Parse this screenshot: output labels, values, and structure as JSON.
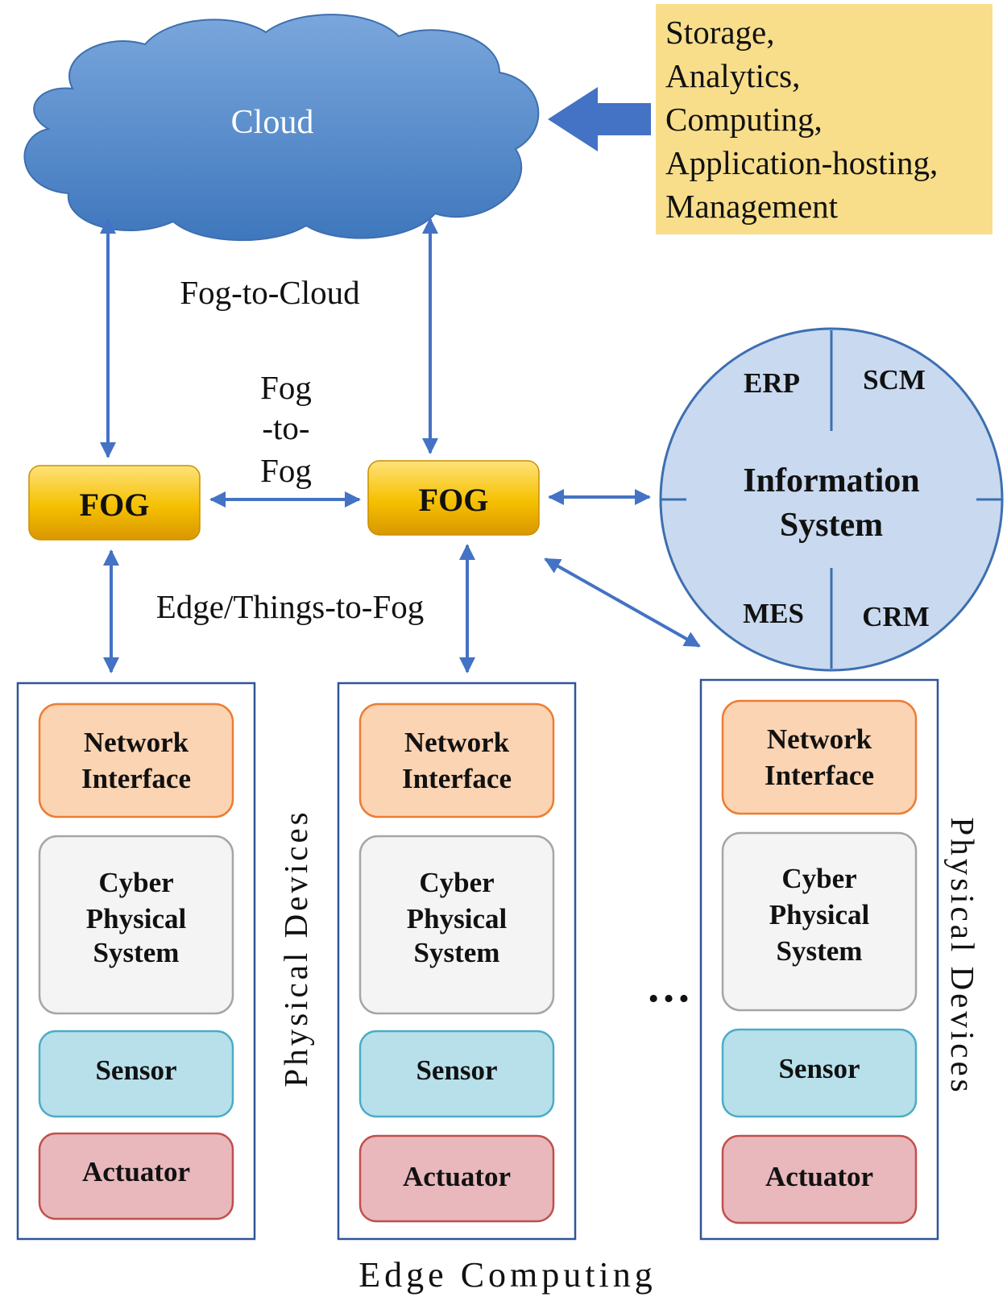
{
  "cloud": {
    "label": "Cloud"
  },
  "services": {
    "items": [
      "Storage,",
      "Analytics,",
      "Computing,",
      "Application-hosting,",
      "Management"
    ]
  },
  "links": {
    "fog_to_cloud": "Fog-to-Cloud",
    "fog_to_fog": [
      "Fog",
      "-to-",
      "Fog"
    ],
    "edge_to_fog": "Edge/Things-to-Fog"
  },
  "fog_nodes": [
    {
      "label": "FOG"
    },
    {
      "label": "FOG"
    }
  ],
  "information_system": {
    "title_lines": [
      "Information",
      "System"
    ],
    "quadrants": {
      "top_left": "ERP",
      "top_right": "SCM",
      "bottom_left": "MES",
      "bottom_right": "CRM"
    }
  },
  "device_stacks": [
    {
      "network": [
        "Network",
        "Interface"
      ],
      "cps": [
        "Cyber",
        "Physical",
        "System"
      ],
      "sensor": "Sensor",
      "actuator": "Actuator"
    },
    {
      "network": [
        "Network",
        "Interface"
      ],
      "cps": [
        "Cyber",
        "Physical",
        "System"
      ],
      "sensor": "Sensor",
      "actuator": "Actuator"
    },
    {
      "network": [
        "Network",
        "Interface"
      ],
      "cps": [
        "Cyber",
        "Physical",
        "System"
      ],
      "sensor": "Sensor",
      "actuator": "Actuator"
    }
  ],
  "physical_devices_labels": [
    "Physical Devices",
    "Physical Devices"
  ],
  "ellipsis": "…",
  "footer": {
    "label": "Edge Computing"
  },
  "colors": {
    "cloud_fill": "#5b8fce",
    "arrow": "#4472c4",
    "fog_fill": "#f2b800",
    "info_system_fill": "#c9d9ef",
    "network_fill": "#fbd4b4",
    "cps_fill": "#f4f4f4",
    "sensor_fill": "#b7e0ea",
    "actuator_fill": "#e8b8bc",
    "services_fill": "#f8de8b"
  }
}
